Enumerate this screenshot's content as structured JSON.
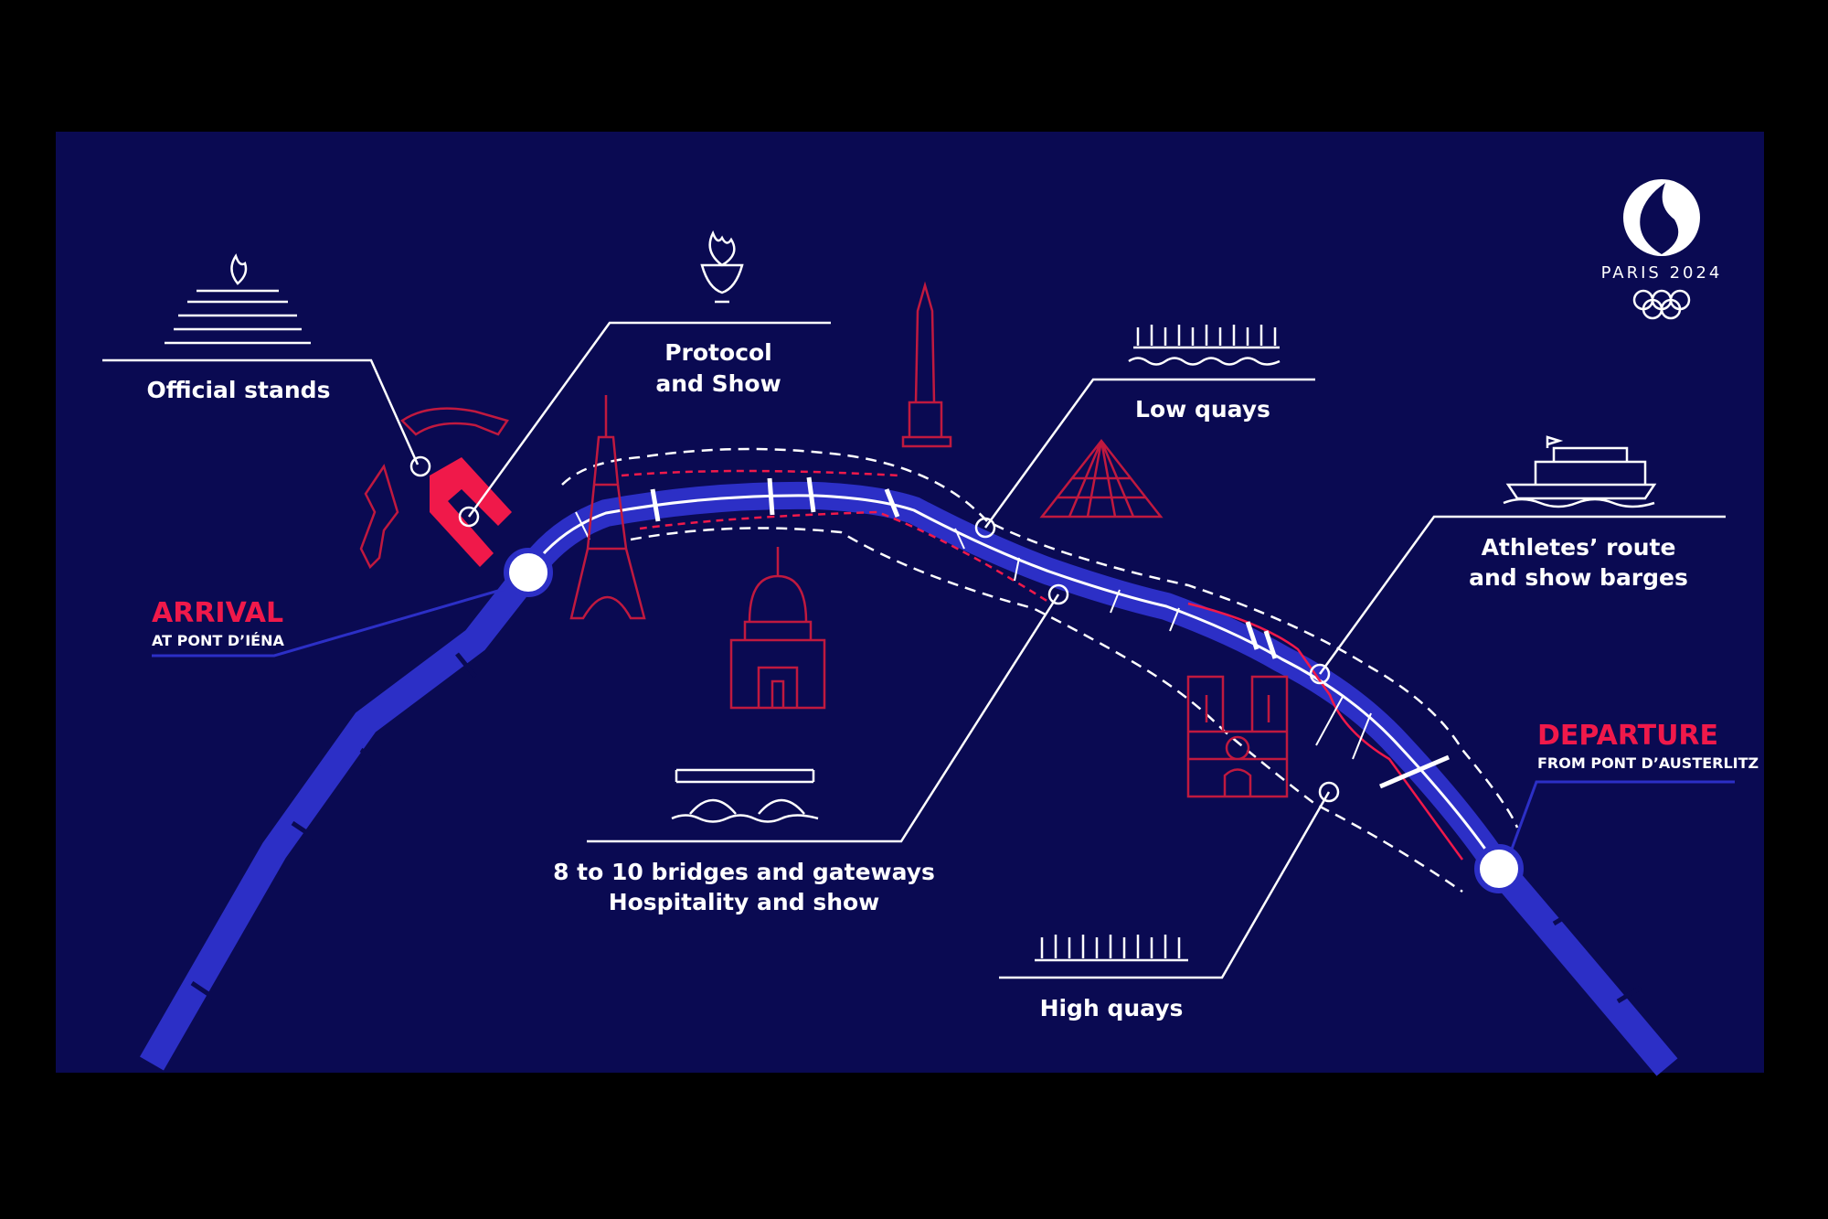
{
  "logo": {
    "text": "PARIS 2024"
  },
  "labels": {
    "official_stands": "Official stands",
    "protocol": [
      "Protocol",
      "and Show"
    ],
    "low_quays": "Low quays",
    "athletes": [
      "Athletes’ route",
      "and show barges"
    ],
    "bridges": [
      "8 to 10 bridges and gateways",
      "Hospitality and show"
    ],
    "high_quays": "High quays"
  },
  "arrival": {
    "title": "ARRIVAL",
    "subtitle": "AT PONT D’IÉNA"
  },
  "departure": {
    "title": "DEPARTURE",
    "subtitle": "FROM PONT D’AUSTERLITZ"
  },
  "colors": {
    "background": "#0a0a52",
    "river": "#2c2fc6",
    "accent": "#f0194a",
    "monument": "#c0193f"
  }
}
